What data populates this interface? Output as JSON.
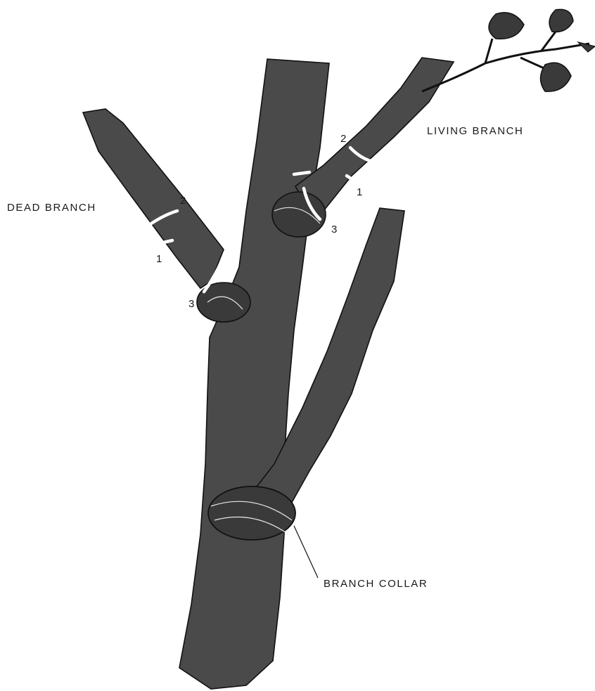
{
  "labels": {
    "dead_branch": "DEAD BRANCH",
    "living_branch": "LIVING BRANCH",
    "branch_collar": "BRANCH COLLAR"
  },
  "cut_numbers": {
    "dead": {
      "first": "1",
      "second": "2",
      "third": "3"
    },
    "living": {
      "first": "1",
      "second": "2",
      "third": "3"
    }
  },
  "colors": {
    "background": "#ffffff",
    "ink": "#111111",
    "bark_fill": "#4a4a4a",
    "cut_marks": "#ffffff"
  }
}
